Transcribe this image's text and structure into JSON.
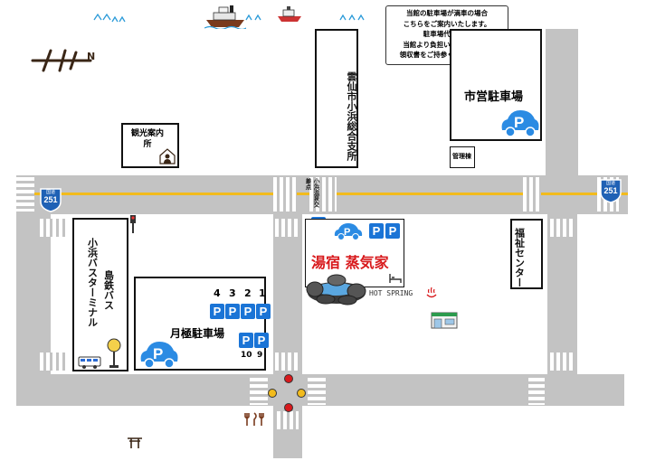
{
  "notice": {
    "lines": [
      "当館の駐車場が満車の場合",
      "こちらをご案内いたします。",
      "駐車場代を一部",
      "当館より負担いたしますので",
      "領収書をご持参くださいませ。"
    ]
  },
  "places": {
    "unzen_branch": "雲仙市小浜総合支所",
    "city_parking": "市営駐車場",
    "management": "管理棟",
    "tourist_info": "観光案内所",
    "welfare_center": "福祉センター",
    "bus_terminal": "小浜バスターミナル",
    "shimatetsu_bus": "島鉄バス",
    "monthly_parking": "月極駐車場",
    "hotel_name": "湯宿 蒸気家",
    "hot_spring": "HOT SPRING",
    "intersection": "小浜温泉交差点"
  },
  "route": {
    "number": "251",
    "label": "国道"
  },
  "parking_slots": {
    "top_row": [
      "4",
      "3",
      "2",
      "1"
    ],
    "bottom_row": [
      "10",
      "9"
    ],
    "p_letter": "P"
  },
  "colors": {
    "road": "#c3c3c3",
    "center_line": "#f2bb1c",
    "parking_blue": "#1a74d6",
    "hotel_red": "#d8191c",
    "sea_blue": "#2a9ad8"
  }
}
